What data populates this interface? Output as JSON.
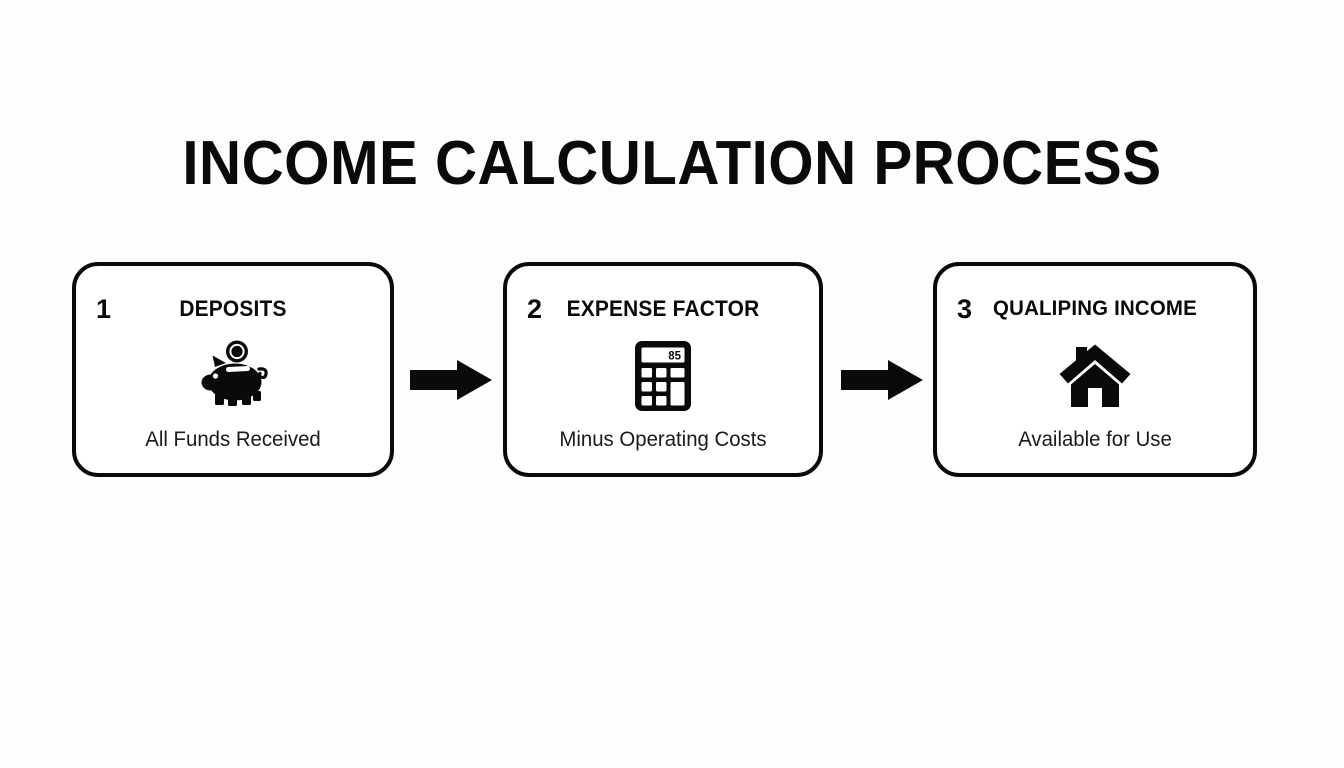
{
  "page": {
    "title": "INCOME CALCULATION PROCESS",
    "background_color": "#fdfdfc",
    "ink_color": "#0a0a0a"
  },
  "flow": {
    "steps": [
      {
        "number": "1",
        "title": "DEPOSITS",
        "caption": "All Funds Received",
        "icon": "piggy-bank-icon"
      },
      {
        "number": "2",
        "title": "EXPENSE FACTOR",
        "caption": "Minus Operating Costs",
        "icon": "calculator-icon",
        "icon_display_value": "85"
      },
      {
        "number": "3",
        "title": "QUALIPING INCOME",
        "caption": "Available for Use",
        "icon": "house-icon"
      }
    ],
    "connectors": [
      {
        "icon": "arrow-right-icon"
      },
      {
        "icon": "arrow-right-icon"
      }
    ]
  }
}
